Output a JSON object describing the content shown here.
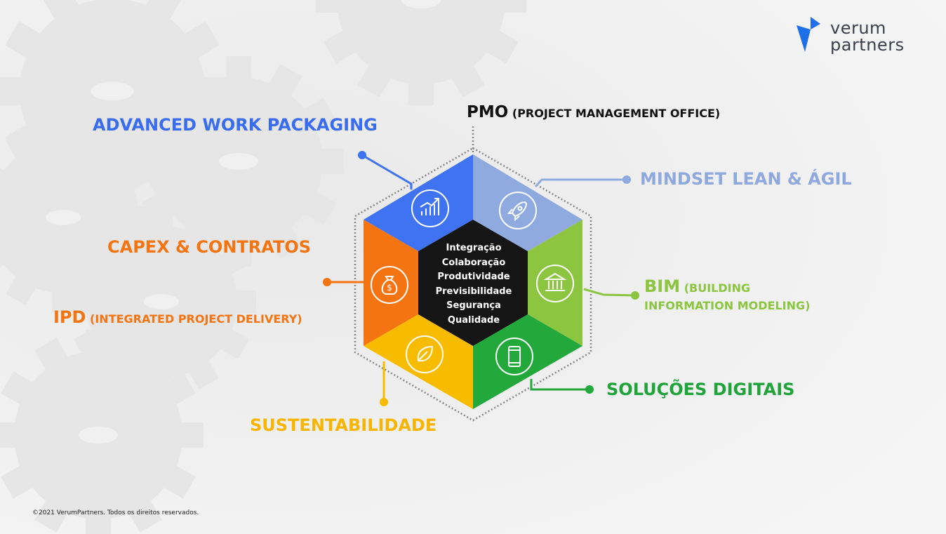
{
  "logo": {
    "line1": "verum",
    "line2": "partners",
    "mark_color": "#1f6fe8"
  },
  "labels": {
    "pmo": {
      "main": "PMO",
      "sub": "(PROJECT MANAGEMENT OFFICE)",
      "color": "#111111"
    },
    "awp": {
      "text": "ADVANCED WORK PACKAGING",
      "color": "#3a6cf0"
    },
    "mindset": {
      "text": "MINDSET LEAN & ÁGIL",
      "color": "#8fa8dd"
    },
    "capex": {
      "text": "CAPEX & CONTRATOS",
      "color": "#f57412"
    },
    "ipd": {
      "main": "IPD",
      "sub": "(INTEGRATED PROJECT DELIVERY)",
      "color": "#f57412"
    },
    "bim": {
      "main": "BIM",
      "sub1": "(BUILDING",
      "sub2": "INFORMATION MODELING)",
      "color": "#8cc540"
    },
    "digital": {
      "text": "SOLUÇÕES DIGITAIS",
      "color": "#1fa33a"
    },
    "sustain": {
      "text": "SUSTENTABILIDADE",
      "color": "#f7b500"
    }
  },
  "center": {
    "words": [
      "Integração",
      "Colaboração",
      "Produtividade",
      "Previsibilidade",
      "Segurança",
      "Qualidade"
    ]
  },
  "segments": {
    "blue": "#3f73f2",
    "light_blue": "#8faade",
    "light_green": "#8cc540",
    "green": "#22a83b",
    "yellow": "#f7bc00",
    "orange": "#f57412",
    "center": "#151515"
  },
  "icons": [
    "chart-growth-icon",
    "rocket-icon",
    "bank-building-icon",
    "smartphone-icon",
    "leaf-icon",
    "money-bag-icon"
  ],
  "copyright": "©2021 VerumPartners. Todos os direitos reservados."
}
